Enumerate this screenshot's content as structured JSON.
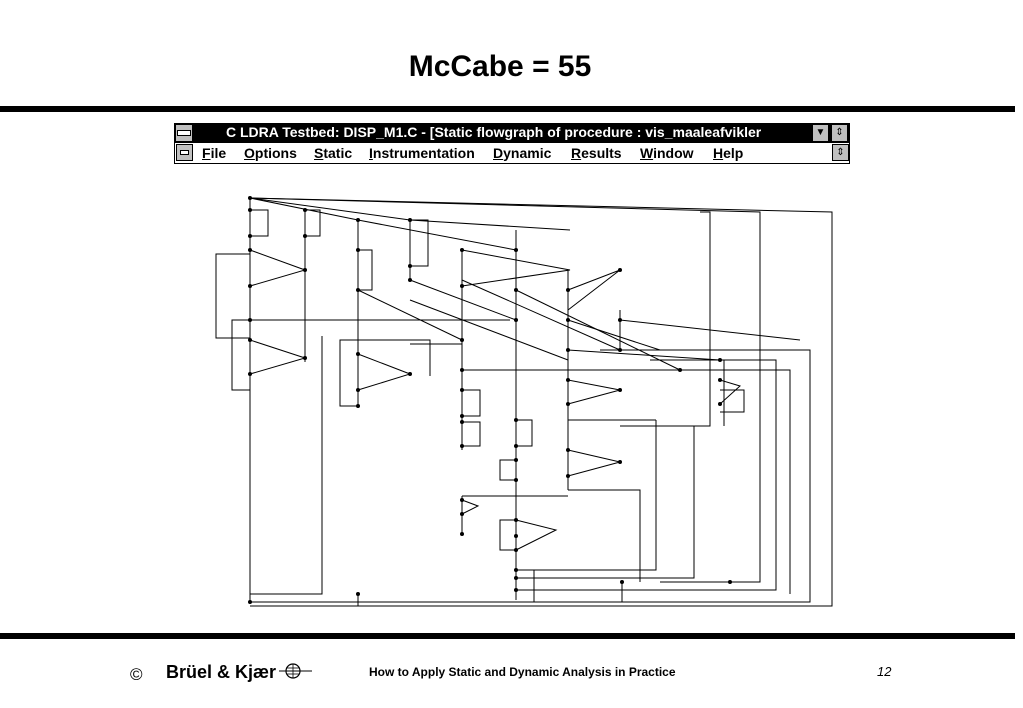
{
  "slide": {
    "title": "McCabe = 55"
  },
  "window": {
    "title": "C LDRA Testbed: DISP_M1.C - [Static flowgraph of procedure : vis_maaleafvikler",
    "minimize_icon": "down-triangle-icon",
    "restore_icon": "up-down-arrows-icon"
  },
  "menu": {
    "items": [
      {
        "underline": "F",
        "rest": "ile"
      },
      {
        "underline": "O",
        "rest": "ptions"
      },
      {
        "underline": "S",
        "rest": "tatic"
      },
      {
        "underline": "I",
        "rest": "nstrumentation"
      },
      {
        "underline": "D",
        "rest": "ynamic"
      },
      {
        "underline": "R",
        "rest": "esults"
      },
      {
        "underline": "W",
        "rest": "indow"
      },
      {
        "underline": "H",
        "rest": "elp"
      }
    ]
  },
  "footer": {
    "copyright": "©",
    "brand": "Brüel & Kjær",
    "title": "How to Apply Static and Dynamic Analysis in Practice",
    "page": "12"
  }
}
